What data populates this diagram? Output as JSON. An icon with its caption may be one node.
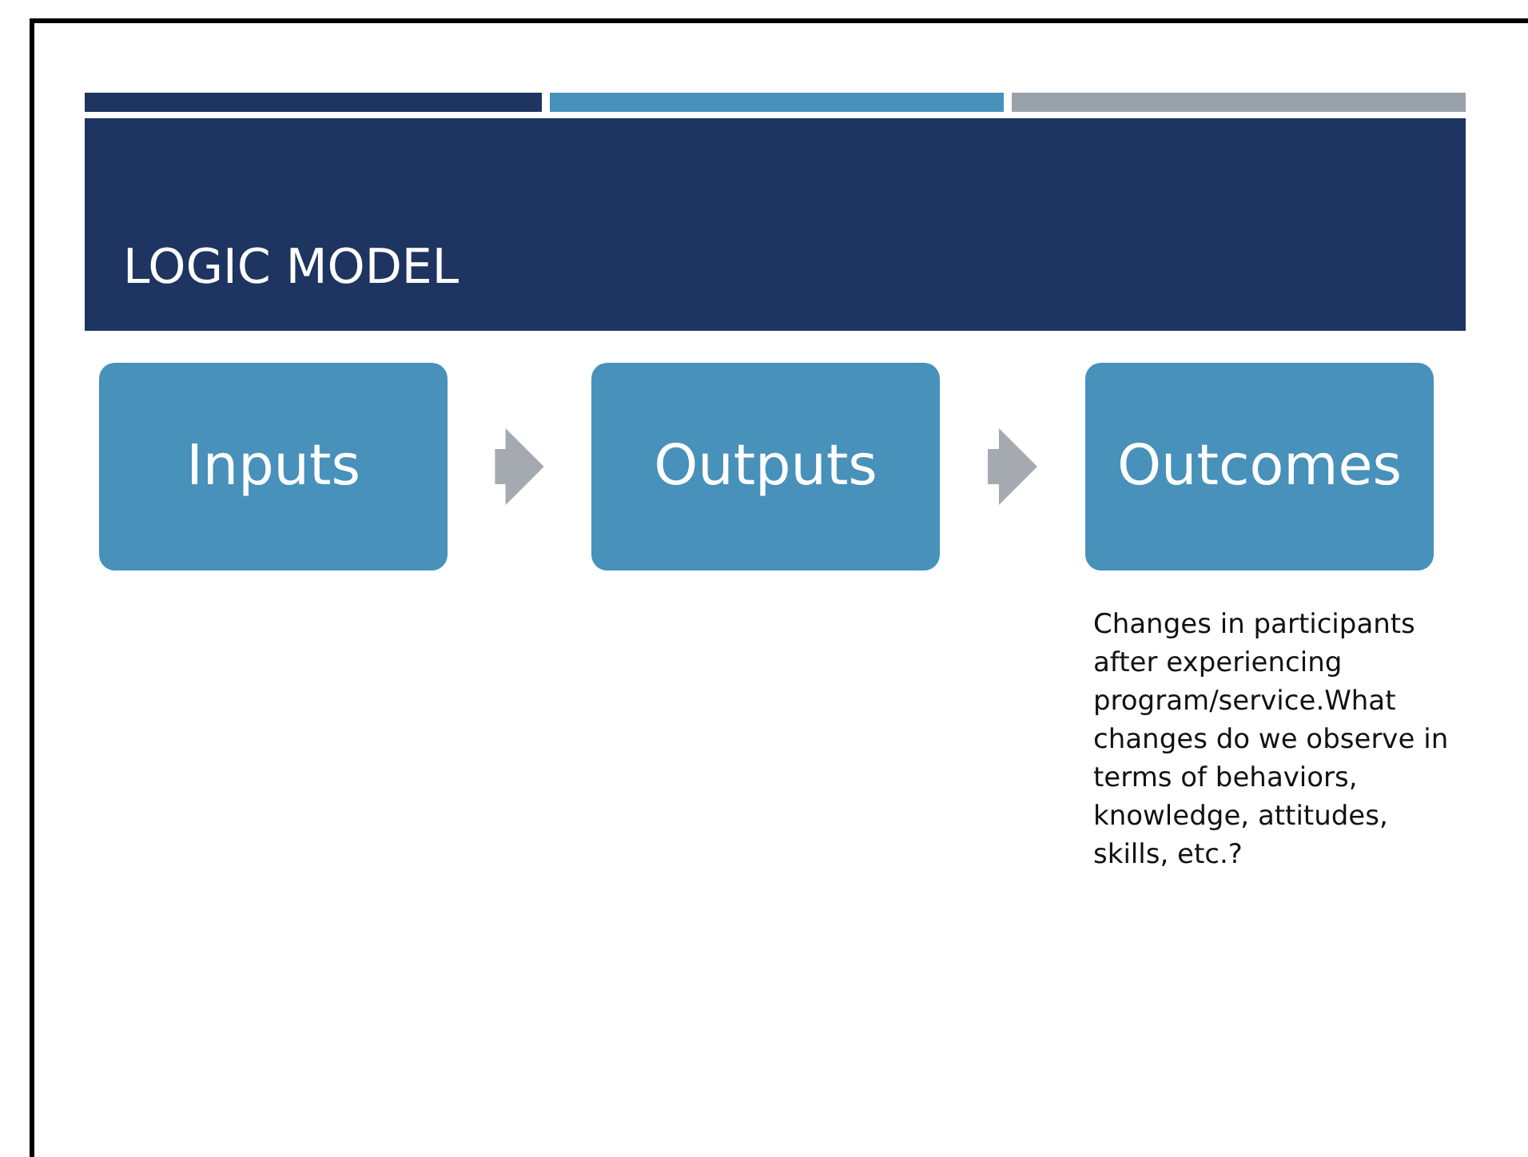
{
  "diagram": {
    "title": "LOGIC MODEL",
    "nodes": [
      {
        "text": [
          "Inputs"
        ]
      },
      {
        "text": [
          "Outputs"
        ]
      },
      {
        "text": [
          "Outcomes"
        ],
        "beside": [
          "Changes in participants after experiencing program/service.What changes do we observe in terms of behaviors, knowledge, attitudes, skills, etc.?"
        ]
      }
    ],
    "edges": [
      {
        "from": 0,
        "to": 1,
        "arrow": "to"
      },
      {
        "from": 1,
        "to": 2,
        "arrow": "to"
      }
    ]
  }
}
